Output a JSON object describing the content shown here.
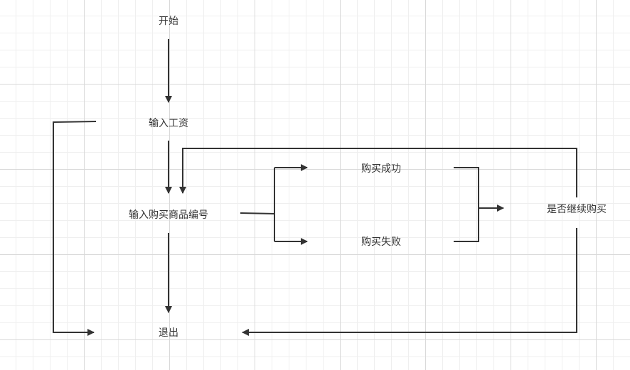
{
  "nodes": {
    "start": "开始",
    "input_salary": "输入工资",
    "input_product_no": "输入购买商品编号",
    "purchase_success": "购买成功",
    "purchase_fail": "购买失败",
    "continue_purchase": "是否继续购买",
    "exit": "退出"
  },
  "colors": {
    "line": "#333333",
    "text": "#333333",
    "grid_major": "#d9d9d9",
    "grid_minor": "#efefef"
  }
}
